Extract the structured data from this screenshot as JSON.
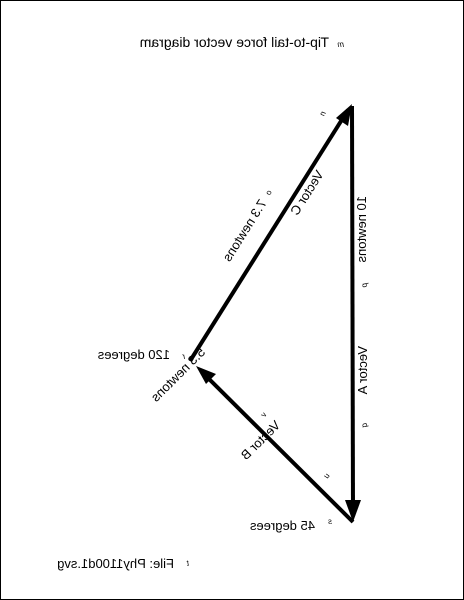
{
  "diagram": {
    "title": "Tip-to-tail force vector diagram",
    "file_label": "File: Phy1100d1.svg",
    "colors": {
      "line": "#000000",
      "background": "#ffffff"
    },
    "vectors": {
      "a": {
        "name": "Vector A",
        "magnitude": "10 newtons"
      },
      "b": {
        "name": "Vector B",
        "magnitude": "5.3 newtons"
      },
      "c": {
        "name": "Vector C",
        "magnitude": "7.3 newtons"
      }
    },
    "angles": {
      "top": "120 degrees",
      "bottom": "45 degrees"
    },
    "markers": {
      "title": "m",
      "vector_c": "n",
      "c_magnitude": "o",
      "a_magnitude": "p",
      "angle_top": "r",
      "vector_a": "q",
      "b_magnitude": "v",
      "vector_b": "u",
      "angle_bottom": "s",
      "file": "t"
    }
  }
}
